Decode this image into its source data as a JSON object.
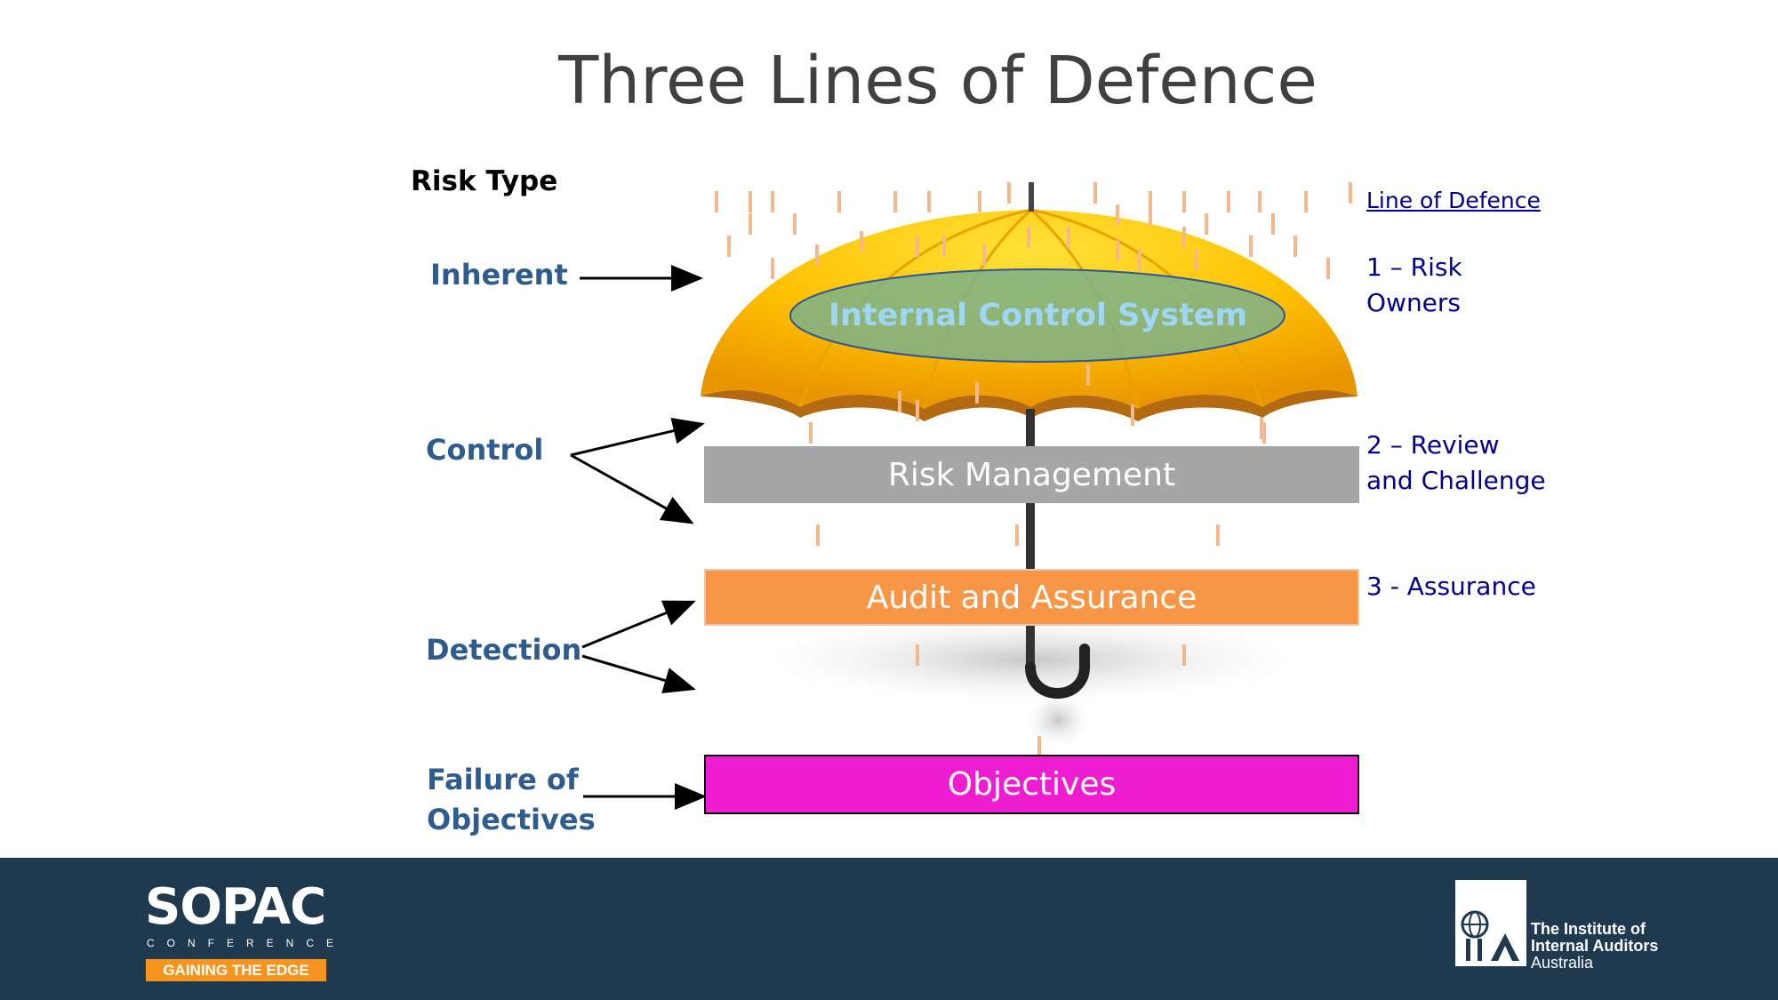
{
  "title": "Three Lines of Defence",
  "risk_type": {
    "heading": "Risk Type",
    "inherent": "Inherent",
    "control": "Control",
    "detection": "Detection",
    "failure_line1": "Failure of",
    "failure_line2": "Objectives"
  },
  "line_of_defence": {
    "heading": "Line of Defence",
    "first_line1": "1 – Risk",
    "first_line2": "Owners",
    "second_line1": "2 – Review",
    "second_line2": "and Challenge",
    "third": "3 - Assurance"
  },
  "boxes": {
    "internal_control": "Internal Control System",
    "risk_management": "Risk Management",
    "audit_assurance": "Audit and Assurance",
    "objectives": "Objectives"
  },
  "footer": {
    "sopac": "SOPAC",
    "conference": "CONFERENCE",
    "tagline": "GAINING THE EDGE",
    "iia_line1": "The Institute of",
    "iia_line2": "Internal Auditors",
    "iia_line3": "Australia"
  },
  "colors": {
    "risk_label": "#2e5c8e",
    "line_of_defence": "#00008b",
    "risk_management_box": "#a6a6a6",
    "audit_box": "#f79646",
    "objectives_box": "#ee1dd2",
    "umbrella": "#ffc000",
    "internal_control_ellipse": "#7bb28a",
    "rain": "#f4b88c",
    "footer_bg": "#1f3a4f",
    "tagline_bg": "#f7941d"
  },
  "icons": [
    "umbrella-icon",
    "raindrop-icon",
    "arrow-icon",
    "iia-globe-icon"
  ]
}
